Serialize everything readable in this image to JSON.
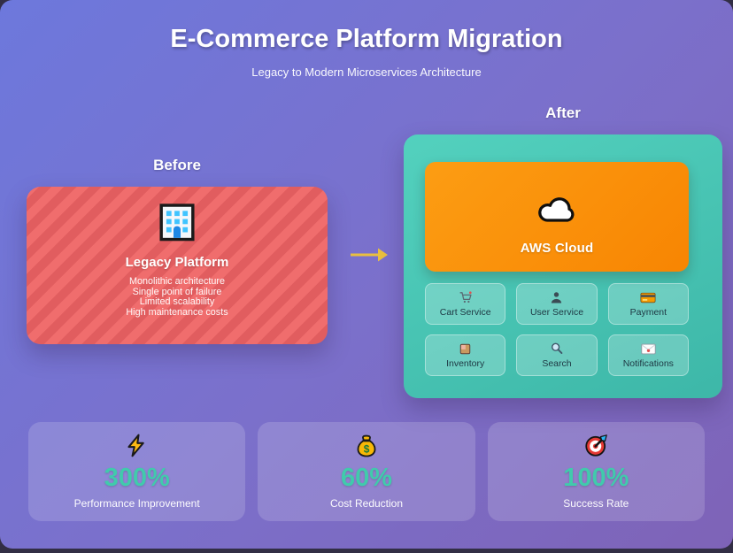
{
  "header": {
    "title": "E-Commerce Platform Migration",
    "subtitle": "Legacy to Modern Microservices Architecture"
  },
  "before": {
    "label": "Before",
    "platform": {
      "icon": "office-building",
      "title": "Legacy Platform",
      "features": [
        "Monolithic architecture",
        "Single point of failure",
        "Limited scalability",
        "High maintenance costs"
      ]
    }
  },
  "arrow": {
    "icon": "right-arrow",
    "color": "#e9bf3f"
  },
  "after": {
    "label": "After",
    "cloud": {
      "icon": "cloud",
      "title": "AWS Cloud"
    },
    "services": [
      {
        "icon": "shopping-cart",
        "label": "Cart Service"
      },
      {
        "icon": "user-silhouette",
        "label": "User Service"
      },
      {
        "icon": "credit-card",
        "label": "Payment"
      },
      {
        "icon": "package",
        "label": "Inventory"
      },
      {
        "icon": "magnifying-glass",
        "label": "Search"
      },
      {
        "icon": "envelope",
        "label": "Notifications"
      }
    ]
  },
  "stats": [
    {
      "icon": "lightning-bolt",
      "value": "300%",
      "label": "Performance Improvement"
    },
    {
      "icon": "money-bag",
      "value": "60%",
      "label": "Cost Reduction"
    },
    {
      "icon": "target",
      "value": "100%",
      "label": "Success Rate"
    }
  ],
  "colors": {
    "background_gradient_start": "#6d78dc",
    "background_gradient_end": "#7e63b7",
    "legacy_card_stripe_light": "#f06d6d",
    "legacy_card_stripe_dark": "#e15d5f",
    "after_card_teal": "#47c7b4",
    "aws_card_orange": "#fb8c00",
    "stat_value_teal": "#41caac",
    "arrow_yellow": "#e9bf3f"
  }
}
